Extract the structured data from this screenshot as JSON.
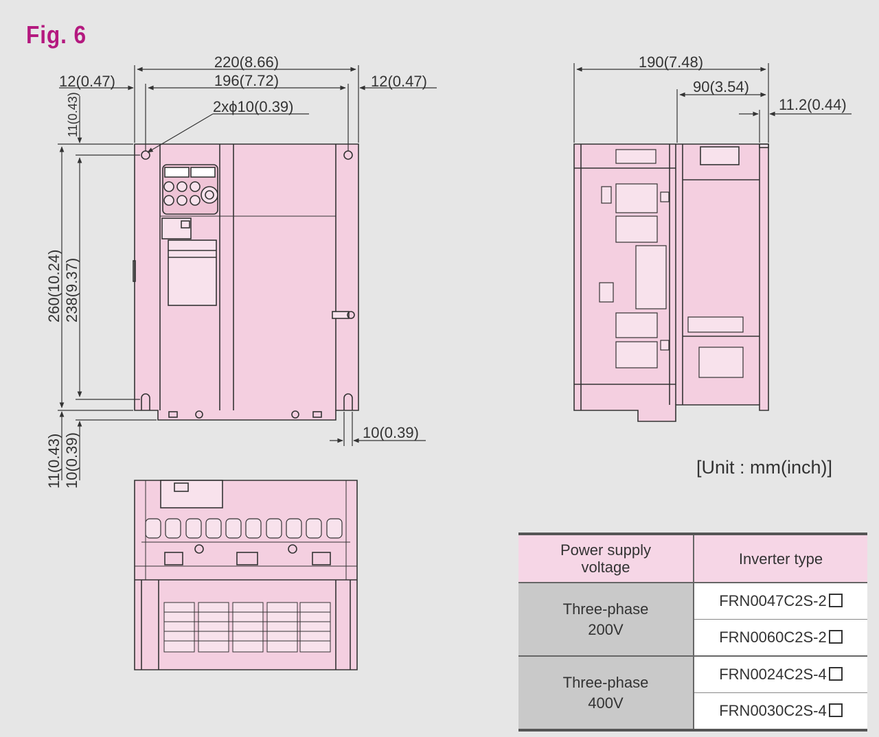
{
  "figure": {
    "title": "Fig. 6",
    "unit_note": "[Unit : mm(inch)]"
  },
  "dimensions": {
    "front_width_total": "220(8.66)",
    "front_hole_pitch": "196(7.72)",
    "front_left_margin": "12(0.47)",
    "front_right_margin": "12(0.47)",
    "mount_holes": "2xϕ10(0.39)",
    "top_margin": "11(0.43)",
    "total_height": "260(10.24)",
    "hole_pitch_height": "238(9.37)",
    "bottom_margin": "11(0.43)",
    "bottom_offset": "10(0.39)",
    "slot_width": "10(0.39)",
    "side_depth_total": "190(7.48)",
    "side_depth_part": "90(3.54)",
    "side_flange": "11.2(0.44)"
  },
  "table": {
    "headers": [
      "Power supply voltage",
      "Inverter type"
    ],
    "groups": [
      {
        "voltage": "Three-phase 200V",
        "types": [
          "FRN0047C2S-2",
          "FRN0060C2S-2"
        ]
      },
      {
        "voltage": "Three-phase 400V",
        "types": [
          "FRN0024C2S-4",
          "FRN0030C2S-4"
        ]
      }
    ]
  },
  "colors": {
    "body_fill": "#f4cfe0",
    "line": "#333333",
    "title": "#b4197f",
    "table_header": "#f6d6e6",
    "table_group": "#c9c9c9"
  }
}
